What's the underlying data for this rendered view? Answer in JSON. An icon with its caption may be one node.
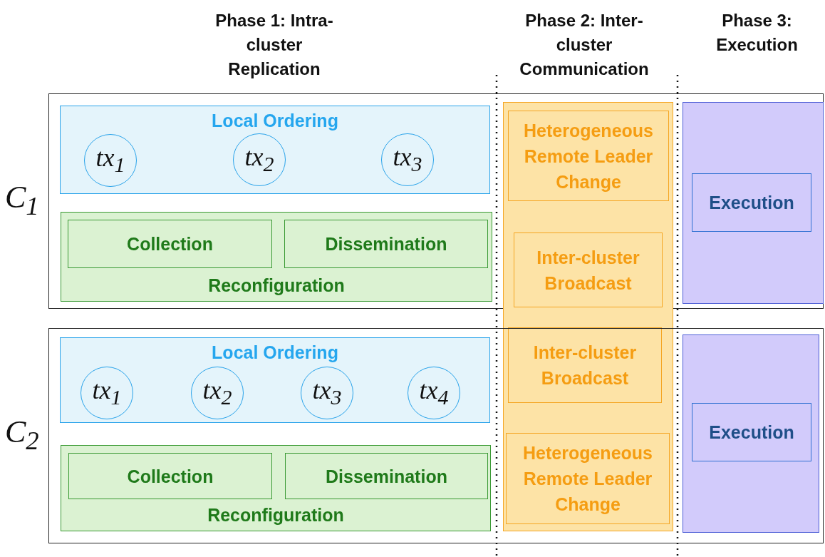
{
  "diagram": {
    "nodes": [
      {
        "text": [
          "C$_{1}$"
        ]
      },
      {
        "text": [
          "Local Ordering"
        ],
        "in": 0
      },
      {
        "text": [
          "tx$_{1}$"
        ],
        "in": 1
      },
      {
        "text": [
          "tx$_{2}$"
        ],
        "in": 1
      },
      {
        "text": [
          "tx$_{3}$"
        ],
        "in": 1
      },
      {
        "text": [
          "Reconfiguration"
        ],
        "in": 0
      },
      {
        "text": [
          "Collection"
        ],
        "in": 5
      },
      {
        "text": [
          "Dissemination"
        ],
        "in": 5
      },
      {
        "text": [],
        "shape": "box"
      },
      {
        "text": [
          "Heterogeneous Remote Leader Change"
        ]
      },
      {
        "text": [
          "Inter-cluster Broadcast"
        ]
      },
      {
        "text": [
          "Inter-cluster Broadcast"
        ]
      },
      {
        "text": [
          "Heterogeneous Remote Leader Change"
        ]
      },
      {
        "text": [],
        "shape": "box",
        "in": 0
      },
      {
        "text": [
          "Execution"
        ],
        "in": 13
      },
      {
        "text": [
          "C$_{2}$"
        ]
      },
      {
        "text": [
          "Local Ordering"
        ],
        "in": 15
      },
      {
        "text": [
          "tx$_{1}$"
        ],
        "in": 16
      },
      {
        "text": [
          "tx$_{2}$"
        ],
        "in": 16
      },
      {
        "text": [
          "tx$_{3}$"
        ],
        "in": 16
      },
      {
        "text": [
          "tx$_{4}$"
        ],
        "in": 16
      },
      {
        "text": [
          "Reconfiguration"
        ],
        "in": 15
      },
      {
        "text": [
          "Collection"
        ],
        "in": 21
      },
      {
        "text": [
          "Dissemination"
        ],
        "in": 21
      },
      {
        "text": [],
        "shape": "box",
        "in": 15
      },
      {
        "text": [
          "Execution"
        ],
        "in": 24
      }
    ],
    "edges": [],
    "labels": [
      "Phase 1: Intra-cluster Replication",
      "Phase 2: Inter-cluster Communication",
      "Phase 3: Execution"
    ]
  }
}
